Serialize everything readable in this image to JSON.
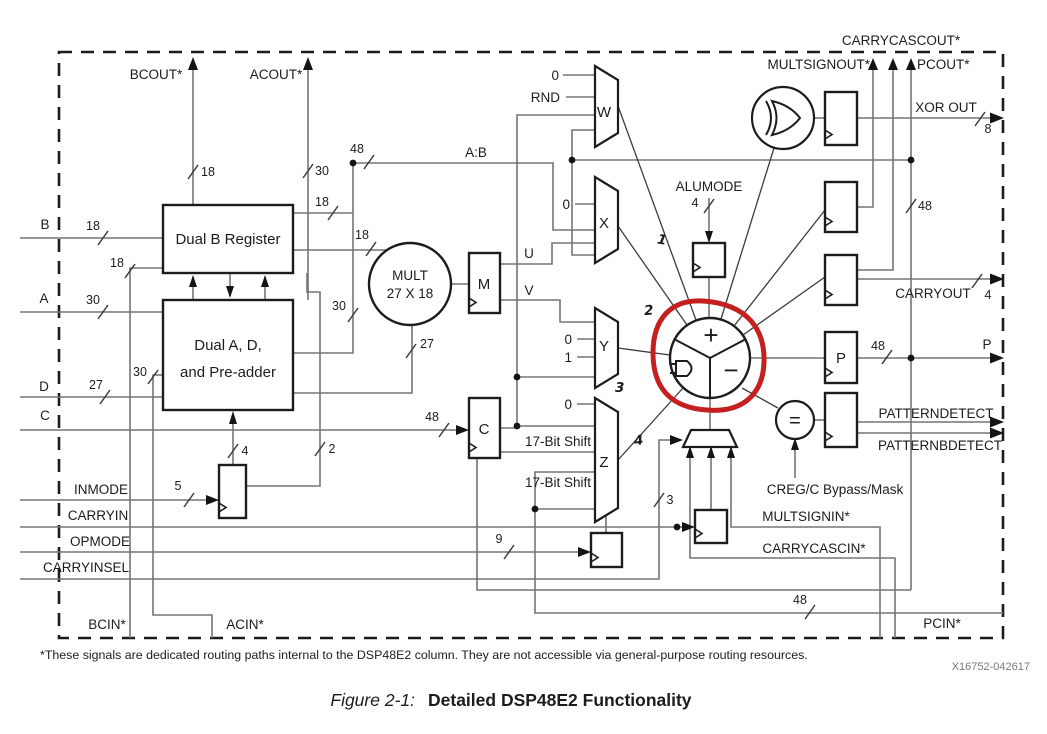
{
  "figure": {
    "caption_label": "Figure 2-1:",
    "caption_title": "Detailed DSP48E2 Functionality",
    "footnote": "*These signals are dedicated routing paths internal to the DSP48E2 column. They are not accessible via general-purpose routing resources.",
    "doc_id": "X16752-042617"
  },
  "blocks": {
    "dual_b": "Dual B Register",
    "dual_ad_1": "Dual A, D,",
    "dual_ad_2": "and Pre-adder",
    "mult_1": "MULT",
    "mult_2": "27 X 18",
    "m": "M",
    "c": "C",
    "p": "P",
    "w": "W",
    "x": "X",
    "y": "Y",
    "z": "Z",
    "plus": "+",
    "minus": "−",
    "equals": "=",
    "creg_bypass": "CREG/C Bypass/Mask"
  },
  "signals": {
    "inputs": {
      "b": "B",
      "a": "A",
      "d": "D",
      "c": "C",
      "inmode": "INMODE",
      "carryin": "CARRYIN",
      "opmode": "OPMODE",
      "carryinsel": "CARRYINSEL"
    },
    "outputs": {
      "p": "P",
      "carryout": "CARRYOUT",
      "xor_out": "XOR OUT",
      "patterndetect": "PATTERNDETECT",
      "patternbdetect": "PATTERNBDETECT"
    },
    "cascade_out": {
      "bcout": "BCOUT*",
      "acout": "ACOUT*",
      "carrycascout": "CARRYCASCOUT*",
      "multsignout": "MULTSIGNOUT*",
      "pcout": "PCOUT*"
    },
    "cascade_in": {
      "bcin": "BCIN*",
      "acin": "ACIN*",
      "multsignin": "MULTSIGNIN*",
      "carrycascin": "CARRYCASCIN*",
      "pcin": "PCIN*"
    },
    "internal": {
      "ab": "A:B",
      "u": "U",
      "v": "V",
      "rnd": "RND",
      "alumode": "ALUMODE",
      "shift1": "17-Bit Shift",
      "shift2": "17-Bit Shift",
      "w_zero": "0",
      "x_zero": "0",
      "y_zero": "0",
      "y_one": "1",
      "z_zero": "0"
    }
  },
  "bus_widths": {
    "b_in": "18",
    "bcin": "18",
    "b_ab": "18",
    "b_mult": "18",
    "bcout": "18",
    "a_in": "30",
    "acin": "30",
    "a_col": "30",
    "acout": "30",
    "d_in": "27",
    "ad_mult": "27",
    "c_in": "48",
    "ab": "48",
    "pcout": "48",
    "p_out": "48",
    "pcin": "48",
    "inmode": "5",
    "inmode_ad": "4",
    "inmode_b": "2",
    "opmode": "9",
    "carryinsel": "3",
    "alumode": "4",
    "xor_out": "8",
    "carryout": "4"
  },
  "annotations": {
    "color": "#c3201f",
    "d1": "1",
    "d2": "2",
    "d3": "3",
    "d4": "4"
  }
}
